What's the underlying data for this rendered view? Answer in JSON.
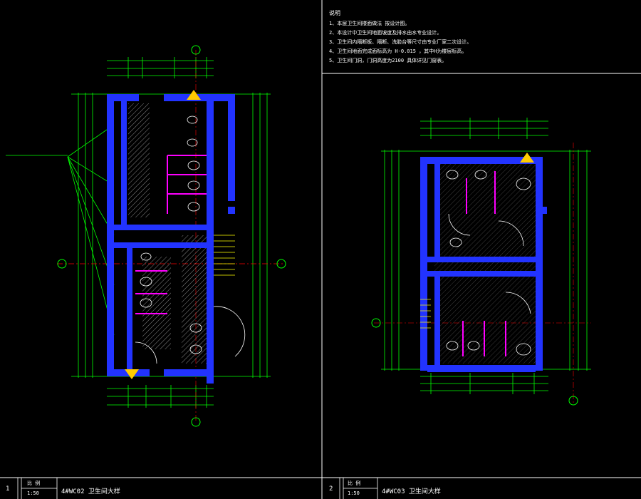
{
  "notes": {
    "title": "说明",
    "items": [
      "1、本层卫生间楼面做法                          按设计图。",
      "2、本设计中卫生间地面坡度及排水由水专业设计。",
      "3、卫生间内隔断板、隔断、洗脸台等尺寸由专业厂家二次设计。",
      "4、卫生间地面完成面标高为                 H-0.015   ，其中H为楼层标高。",
      "5、卫生间门洞，门洞高度为2100  具体详见门窗表。"
    ]
  },
  "panel1": {
    "number": "1",
    "scale_label": "比 例",
    "scale_value": "1:50",
    "title": "4#WC02 卫生间大样"
  },
  "panel2": {
    "number": "2",
    "scale_label": "比 例",
    "scale_value": "1:50",
    "title": "4#WC03 卫生间大样"
  },
  "colors": {
    "background": "#000000",
    "dimension": "#00ff00",
    "wall": "#2233ff",
    "partition": "#ff00ff",
    "axis": "#ff0000",
    "fixture": "#ffffff",
    "arrow": "#ffcc00",
    "hatch": "#888888"
  }
}
